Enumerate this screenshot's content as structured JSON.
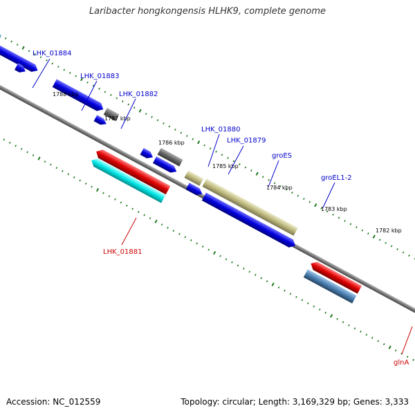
{
  "title": "Laribacter hongkongensis HLHK9, complete genome",
  "accession": "Accession: NC_012559",
  "summary": "Topology: circular; Length: 3,169,329 bp; Genes: 3,333",
  "colors": {
    "backbone": "#7a7a7a",
    "cds_forward": "#0000dd",
    "cds_reverse": "#dd0000",
    "rna_gray": "#666666",
    "steelblue": "#4a7fb0",
    "cyan": "#00e0e0",
    "olive": "#b8b47a",
    "tick": "#1e7a1e",
    "label_blue": "#0000cc",
    "label_red": "#cc0000"
  },
  "scale_labels": [
    "1788 kbp",
    "1787 kbp",
    "1786 kbp",
    "1785 kbp",
    "1784 kbp",
    "1783 kbp",
    "1782 kbp"
  ],
  "gene_labels": [
    {
      "name": "LHK_01884",
      "strand": "forward"
    },
    {
      "name": "LHK_01883",
      "strand": "forward"
    },
    {
      "name": "LHK_01882",
      "strand": "forward"
    },
    {
      "name": "LHK_01880",
      "strand": "forward"
    },
    {
      "name": "LHK_01879",
      "strand": "forward"
    },
    {
      "name": "groES",
      "strand": "forward"
    },
    {
      "name": "groEL1-2",
      "strand": "forward"
    },
    {
      "name": "LHK_01881",
      "strand": "reverse"
    },
    {
      "name": "glnA",
      "strand": "reverse"
    }
  ]
}
